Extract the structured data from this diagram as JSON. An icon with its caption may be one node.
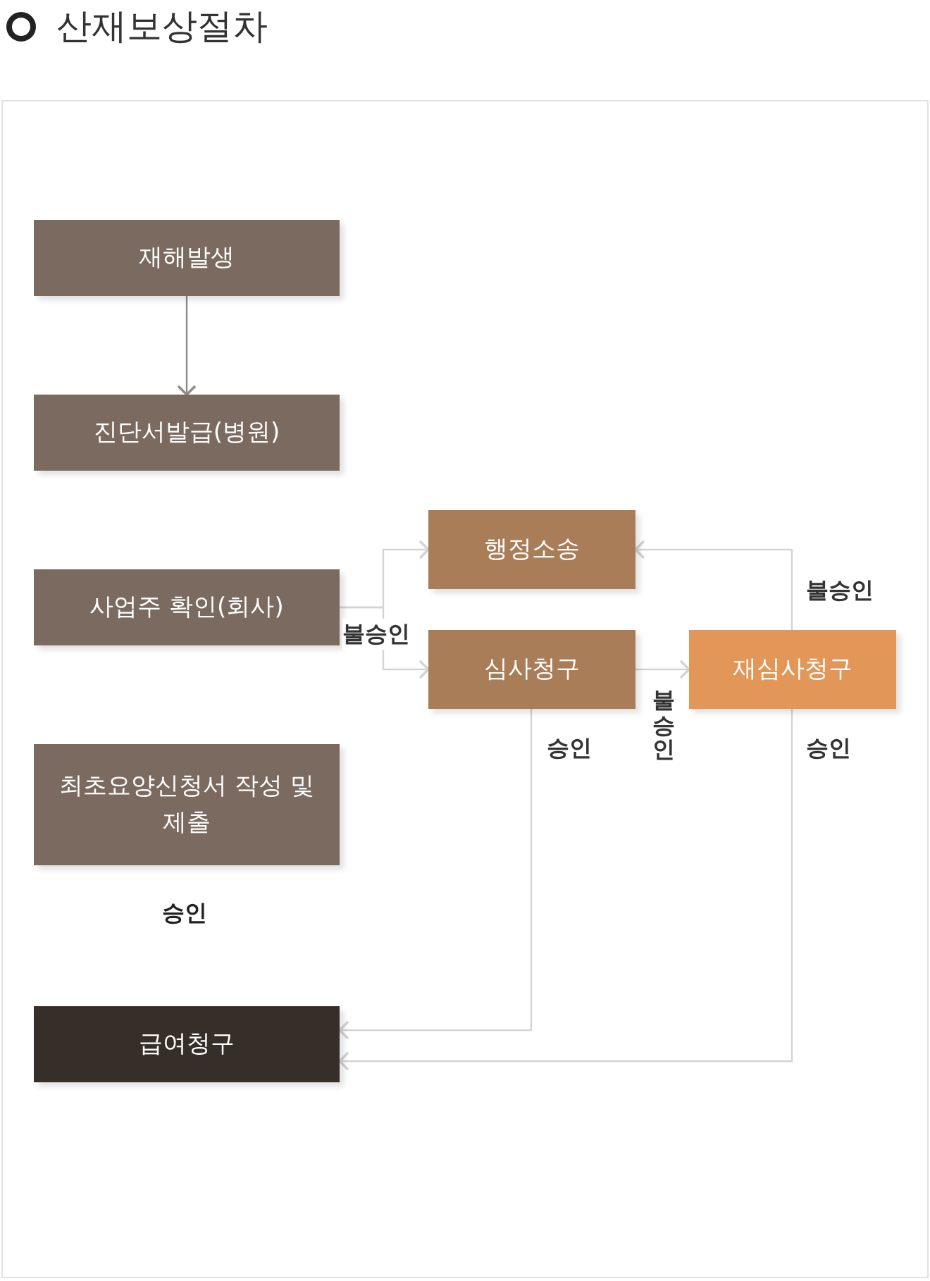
{
  "diagram": {
    "title": "산재보상절차",
    "nodes": [
      {
        "text": [
          "재해발생"
        ]
      },
      {
        "text": [
          "진단서발급(병원)"
        ]
      },
      {
        "text": [
          "사업주 확인(회사)"
        ]
      },
      {
        "text": [
          "최초요양신청서 작성 및 제출"
        ]
      },
      {
        "text": [
          "급여청구"
        ]
      },
      {
        "text": [
          "행정소송"
        ]
      },
      {
        "text": [
          "심사청구"
        ]
      },
      {
        "text": [
          "재심사청구"
        ]
      }
    ],
    "edges": [
      {
        "from": 0,
        "to": 1,
        "arrow": "to",
        "color": "#8c8c8c"
      },
      {
        "from": 2,
        "to": 5,
        "arrow": "to"
      },
      {
        "from": 2,
        "to": 6,
        "arrow": "to",
        "label": "불승인"
      },
      {
        "from": 6,
        "to": 7,
        "arrow": "to",
        "label": "불승인"
      },
      {
        "from": 6,
        "to": 4,
        "arrow": "to",
        "label": "승인"
      },
      {
        "from": 7,
        "to": 5,
        "arrow": "to",
        "label": "불승인"
      },
      {
        "from": 7,
        "to": 4,
        "arrow": "to",
        "label": "승인"
      }
    ],
    "labels": [
      "승인"
    ]
  }
}
